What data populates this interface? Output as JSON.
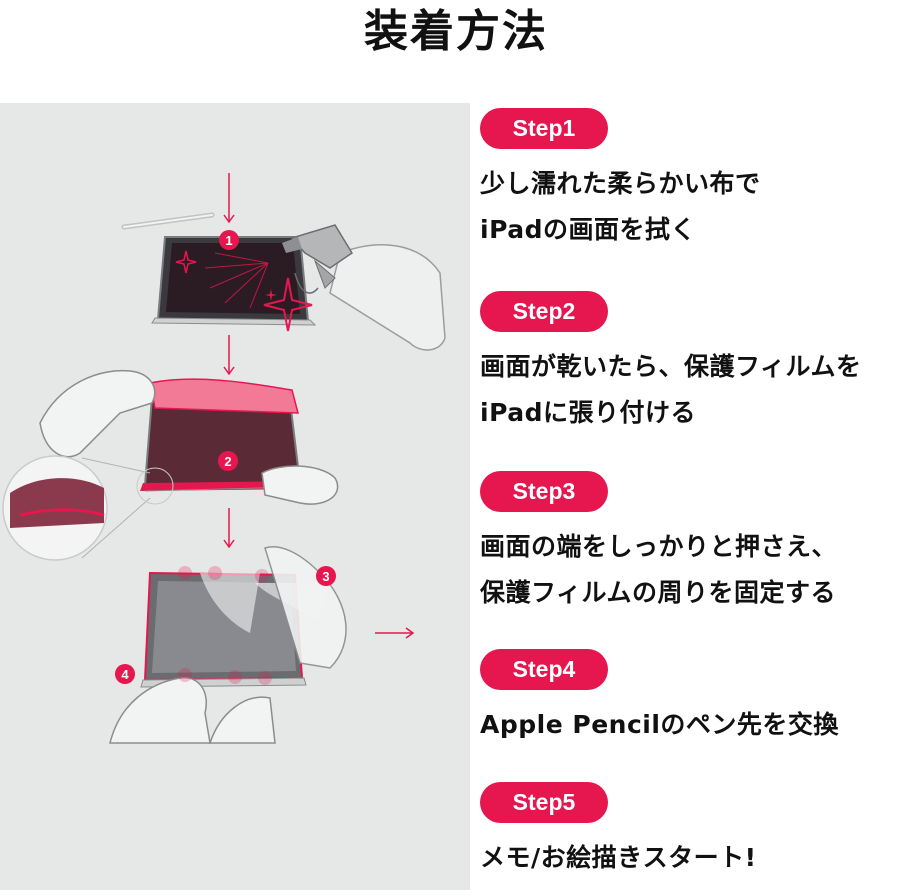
{
  "page": {
    "title": "装着方法"
  },
  "colors": {
    "accent": "#e5174e",
    "illustration_bg": "#e6e8e7",
    "text": "#111111"
  },
  "illustration": {
    "markers": [
      "1",
      "2",
      "3",
      "4"
    ],
    "icons": [
      "down-arrow-icon",
      "right-arrow-icon",
      "spray-bottle-icon",
      "sparkle-icon",
      "stylus-icon",
      "hand-icon"
    ]
  },
  "steps": [
    {
      "label": "Step1",
      "lines": [
        "少し濡れた柔らかい布で",
        "iPadの画面を拭く"
      ]
    },
    {
      "label": "Step2",
      "lines": [
        "画面が乾いたら、保護フィルムを",
        "iPadに張り付ける"
      ]
    },
    {
      "label": "Step3",
      "lines": [
        "画面の端をしっかりと押さえ、",
        "保護フィルムの周りを固定する"
      ]
    },
    {
      "label": "Step4",
      "lines": [
        "Apple Pencilのペン先を交換"
      ]
    },
    {
      "label": "Step5",
      "lines": [
        "メモ/お絵描きスタート!"
      ]
    }
  ]
}
